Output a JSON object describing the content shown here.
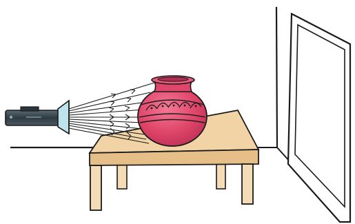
{
  "scene": {
    "objects": [
      "torch",
      "light-rays",
      "clay-pot",
      "table",
      "wall-mirror",
      "floor-line"
    ],
    "ray_count": 10,
    "colors": {
      "background": "#ffffff",
      "outline": "#1a1a1a",
      "torch_body": "#3c4a52",
      "torch_head": "#bfe3ec",
      "pot_main": "#e0466a",
      "pot_shadow": "#b92d52",
      "pot_highlight": "#f27a96",
      "table_top": "#f1d3a6",
      "table_edge": "#e6bf88",
      "table_leg": "#f4dcb6",
      "mirror_frame": "#ffffff"
    }
  }
}
